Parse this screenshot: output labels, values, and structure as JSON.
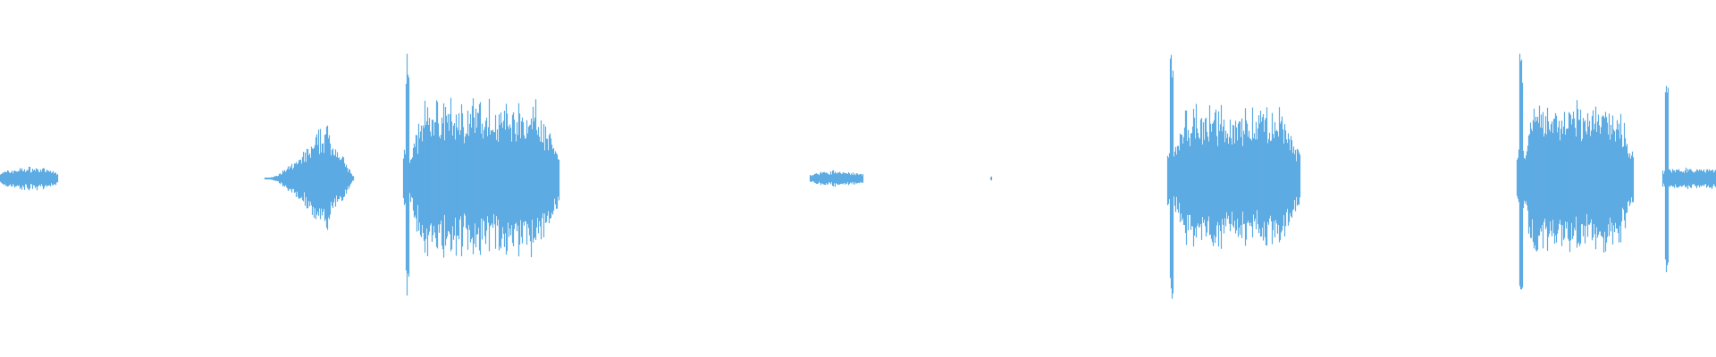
{
  "waveform": {
    "color": "#5dabe3",
    "background": "#ffffff",
    "segments": [
      {
        "start": 0.0,
        "end": 0.034,
        "amp": 0.09,
        "envelope": "flat"
      },
      {
        "start": 0.154,
        "end": 0.206,
        "amp": 0.45,
        "envelope": "burst"
      },
      {
        "start": 0.235,
        "end": 0.326,
        "amp": 0.58,
        "envelope": "spike-then-body",
        "spike": 0.95
      },
      {
        "start": 0.472,
        "end": 0.503,
        "amp": 0.06,
        "envelope": "flat"
      },
      {
        "start": 0.577,
        "end": 0.578,
        "amp": 0.02,
        "envelope": "flat"
      },
      {
        "start": 0.68,
        "end": 0.758,
        "amp": 0.52,
        "envelope": "spike-then-body",
        "spike": 1.0
      },
      {
        "start": 0.884,
        "end": 0.952,
        "amp": 0.56,
        "envelope": "spike-then-body",
        "spike": 0.95
      },
      {
        "start": 0.969,
        "end": 1.0,
        "amp": 0.1,
        "envelope": "spike-then-flat",
        "spike": 0.72
      }
    ]
  }
}
